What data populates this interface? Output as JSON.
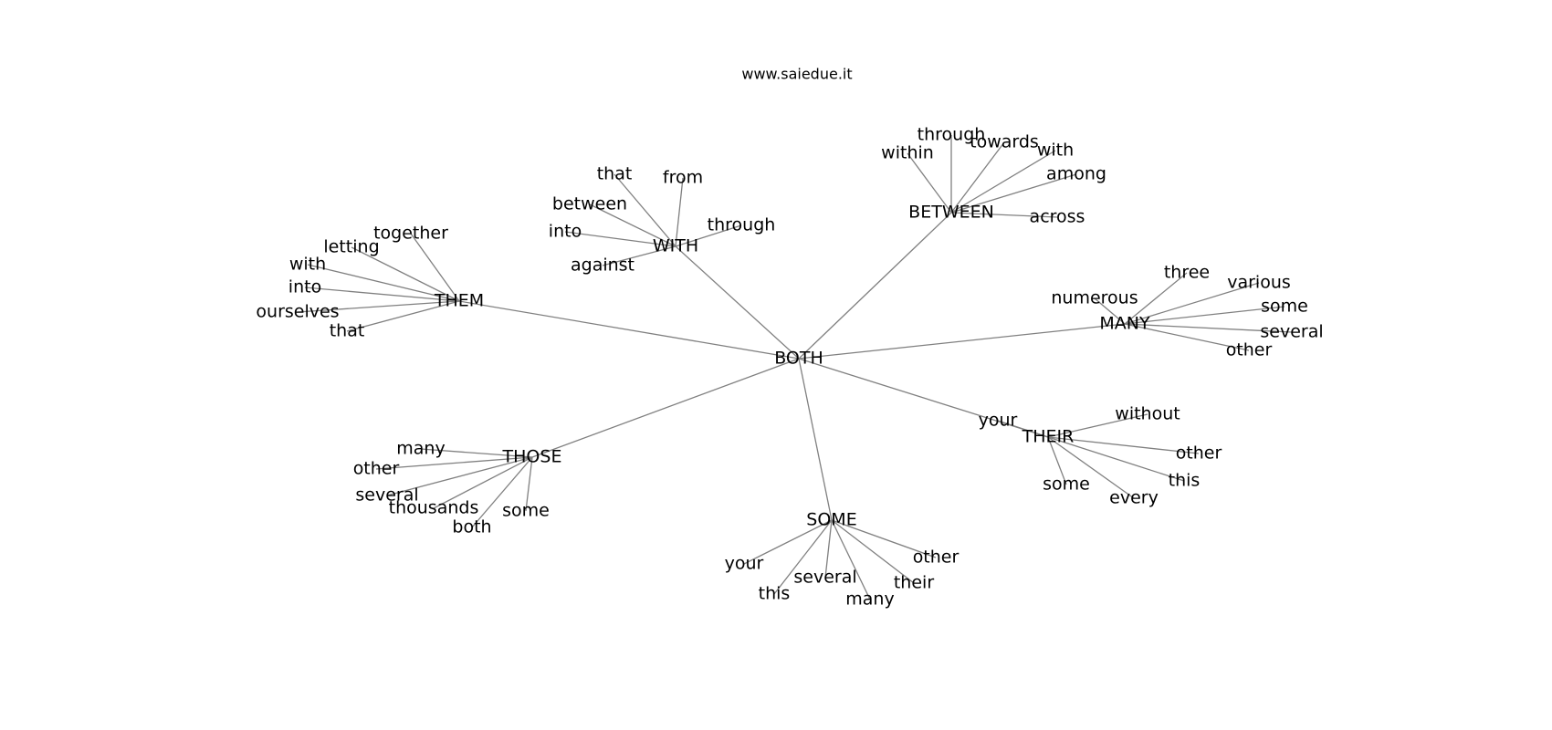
{
  "header": {
    "credit": "www.saiedue.it"
  },
  "graph": {
    "center": "BOTH",
    "hubs": [
      {
        "id": "with_hub",
        "label": "WITH",
        "leaves": [
          "that",
          "from",
          "between",
          "into",
          "through",
          "against"
        ]
      },
      {
        "id": "between_hub",
        "label": "BETWEEN",
        "leaves": [
          "within",
          "through",
          "towards",
          "with",
          "among",
          "across"
        ]
      },
      {
        "id": "them_hub",
        "label": "THEM",
        "leaves": [
          "together",
          "letting",
          "with",
          "into",
          "ourselves",
          "that"
        ]
      },
      {
        "id": "many_hub",
        "label": "MANY",
        "leaves": [
          "three",
          "various",
          "numerous",
          "some",
          "several",
          "other"
        ]
      },
      {
        "id": "those_hub",
        "label": "THOSE",
        "leaves": [
          "many",
          "other",
          "several",
          "thousands",
          "both",
          "some"
        ]
      },
      {
        "id": "their_hub",
        "label": "THEIR",
        "leaves": [
          "your",
          "without",
          "other",
          "this",
          "some",
          "every"
        ]
      },
      {
        "id": "some_hub",
        "label": "SOME",
        "leaves": [
          "your",
          "this",
          "several",
          "many",
          "their",
          "other"
        ]
      }
    ]
  }
}
